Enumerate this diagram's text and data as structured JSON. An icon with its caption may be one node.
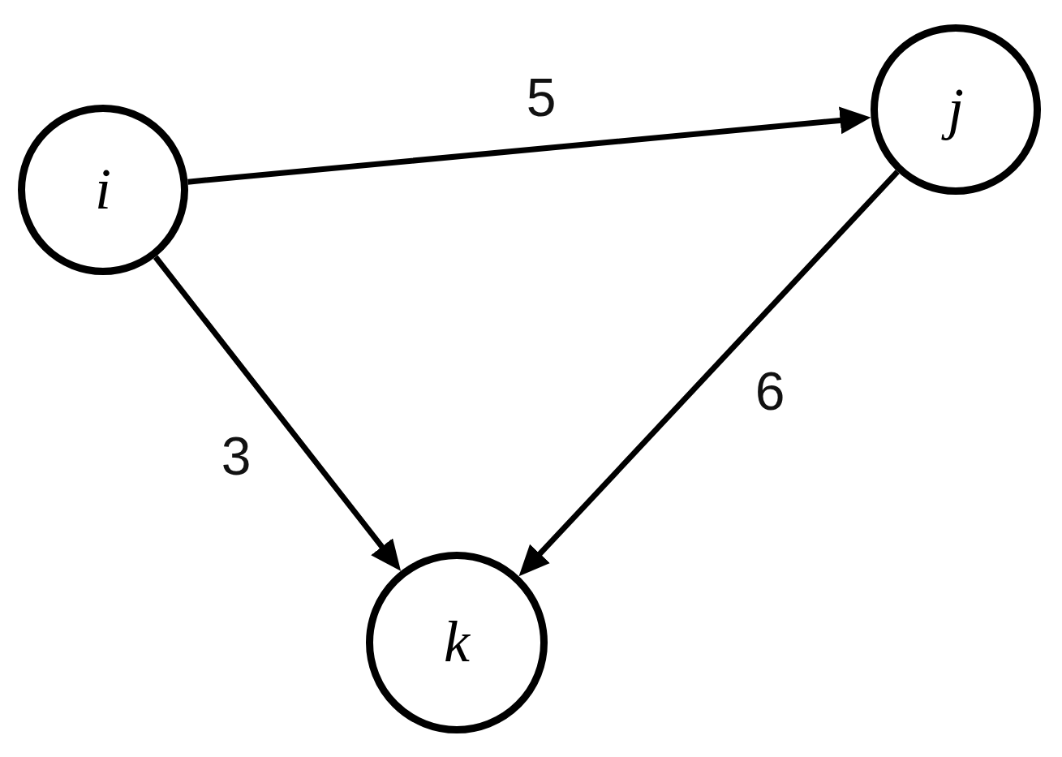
{
  "diagram": {
    "nodes": [
      {
        "text": [
          "i"
        ]
      },
      {
        "text": [
          "j"
        ]
      },
      {
        "text": [
          "k"
        ]
      }
    ],
    "edges": [
      {
        "from": 0,
        "to": 1,
        "arrow": "to",
        "label": "5"
      },
      {
        "from": 0,
        "to": 2,
        "arrow": "to",
        "label": "3"
      },
      {
        "from": 1,
        "to": 2,
        "arrow": "to",
        "label": "6"
      }
    ]
  }
}
